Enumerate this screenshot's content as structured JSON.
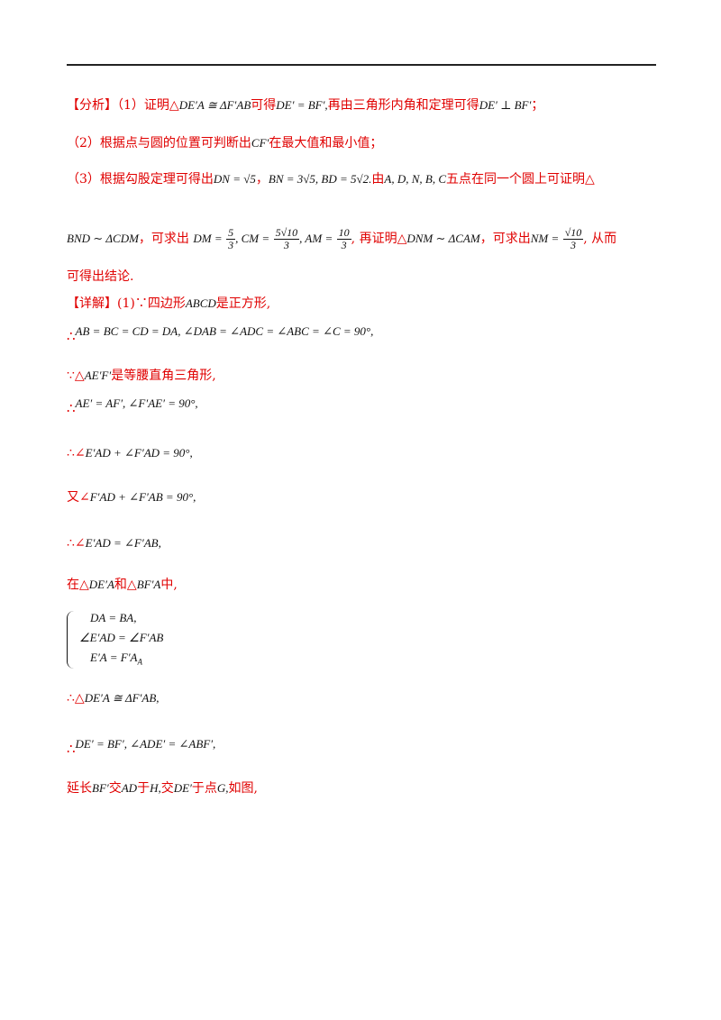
{
  "analysis": {
    "label": "【分析】",
    "l1_a": "（1）证明△",
    "l1_m1": "DE′A ≅ ΔF′AB",
    "l1_b": "可得",
    "l1_m2": "DE′ = BF′,",
    "l1_c": "再由三角形内角和定理可得",
    "l1_m3": "DE′ ⊥ BF′",
    "l1_d": "；",
    "l2_a": "（2）根据点与圆的位置可判断出",
    "l2_m": "CF′",
    "l2_b": "在最大值和最小值；",
    "l3_a": "（3）根据勾股定理可得出",
    "l3_m1": "DN = √5",
    "l3_sep": "，",
    "l3_m2": "BN = 3√5, BD = 5√2.",
    "l3_b": "由",
    "l3_m3": "A, D, N, B, C",
    "l3_c": "五点在同一个圆上可证明△",
    "l4_m1": "BND ∼ ΔCDM",
    "l4_a": "，可求出",
    "l4_dm": "DM =",
    "l4_f1n": "5",
    "l4_f1d": "3",
    "l4_cm": ", CM =",
    "l4_f2n": "5√10",
    "l4_f2d": "3",
    "l4_am": ", AM =",
    "l4_f3n": "10",
    "l4_f3d": "3",
    "l4_b": ", 再证明△",
    "l4_m2": "DNM ∼ ΔCAM",
    "l4_c": "，可求出",
    "l4_nm": "NM =",
    "l4_f4n": "√10",
    "l4_f4d": "3",
    "l4_d": ", 从而",
    "l5": "可得出结论."
  },
  "detail": {
    "label": "【详解】",
    "l1_a": "(1)∵四边形",
    "l1_m": "ABCD",
    "l1_b": "是正方形,",
    "therefore": "∴",
    "because": "∵",
    "l2_m": "AB = BC = CD = DA, ∠DAB = ∠ADC = ∠ABC = ∠C = 90°,",
    "l3_a": "∵△",
    "l3_m": "AE′F′",
    "l3_b": "是等腰直角三角形,",
    "l4_m": "AE′ = AF′, ∠F′AE′ = 90°,",
    "l5_a": "∴∠",
    "l5_m": "E′AD + ∠F′AD = 90°,",
    "l6_a": "又∠",
    "l6_m": "F′AD + ∠F′AB = 90°,",
    "l7_a": "∴∠",
    "l7_m": "E′AD = ∠F′AB,",
    "l8_a": "在△",
    "l8_m1": "DE′A",
    "l8_b": "和△",
    "l8_m2": "BF′A",
    "l8_c": "中,",
    "brace_1": "DA = BA,",
    "brace_2": "∠E′AD = ∠F′AB",
    "brace_3": "E′A = F′A",
    "brace_3_sub": "A",
    "l9_a": "∴△",
    "l9_m": "DE′A ≅ ΔF′AB,",
    "l10_m": "DE′ = BF′, ∠ADE′ = ∠ABF′,",
    "l11_a": "延长",
    "l11_m1": "BF′",
    "l11_b": "交",
    "l11_m2": "AD",
    "l11_c": "于",
    "l11_m3": "H,",
    "l11_d": "交",
    "l11_m4": "DE′",
    "l11_e": "于点",
    "l11_m5": "G,",
    "l11_f": "如图,"
  }
}
